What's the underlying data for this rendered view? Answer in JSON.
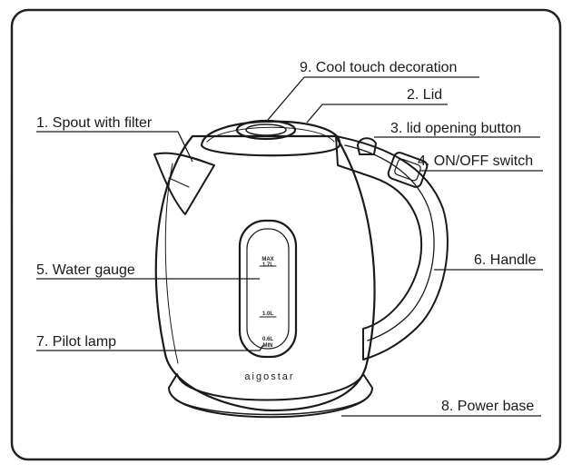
{
  "labels": {
    "cool_touch": "9. Cool touch decoration",
    "lid": "2. Lid",
    "spout": "1. Spout with filter",
    "lid_button": "3. lid opening button",
    "switch": "4. ON/OFF switch",
    "gauge": "5. Water gauge",
    "handle": "6. Handle",
    "pilot": "7. Pilot lamp",
    "base": "8. Power base"
  },
  "gauge_marks": {
    "max": "MAX",
    "max_vol": "1.7L",
    "mid": "1.0L",
    "min_vol": "0.6L",
    "min": "MIN"
  },
  "brand": "aigostar"
}
